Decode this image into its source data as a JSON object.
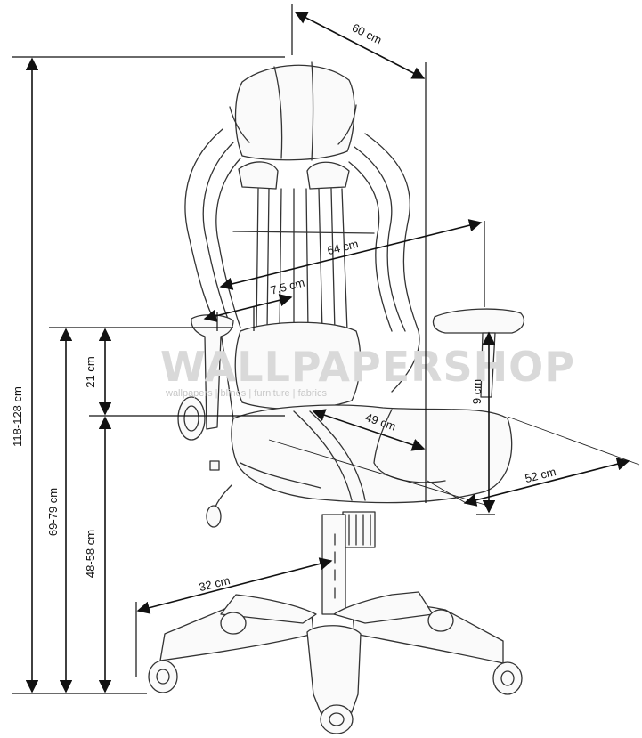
{
  "dimensions": {
    "height_total": "118-128 cm",
    "seat_to_armrest": "69-79 cm",
    "armrest_height": "21 cm",
    "seat_height": "48-58 cm",
    "width": "60 cm",
    "back_height": "64 cm",
    "backrest_side": "7,5 cm",
    "seat_depth": "49 cm",
    "armrest_adjust": "9 cm",
    "seat_width": "52 cm",
    "base_radius": "32 cm"
  },
  "watermark": {
    "brand": "WALLPAPERSHOP",
    "tagline": "wallpapers | blinds | furniture | fabrics"
  }
}
